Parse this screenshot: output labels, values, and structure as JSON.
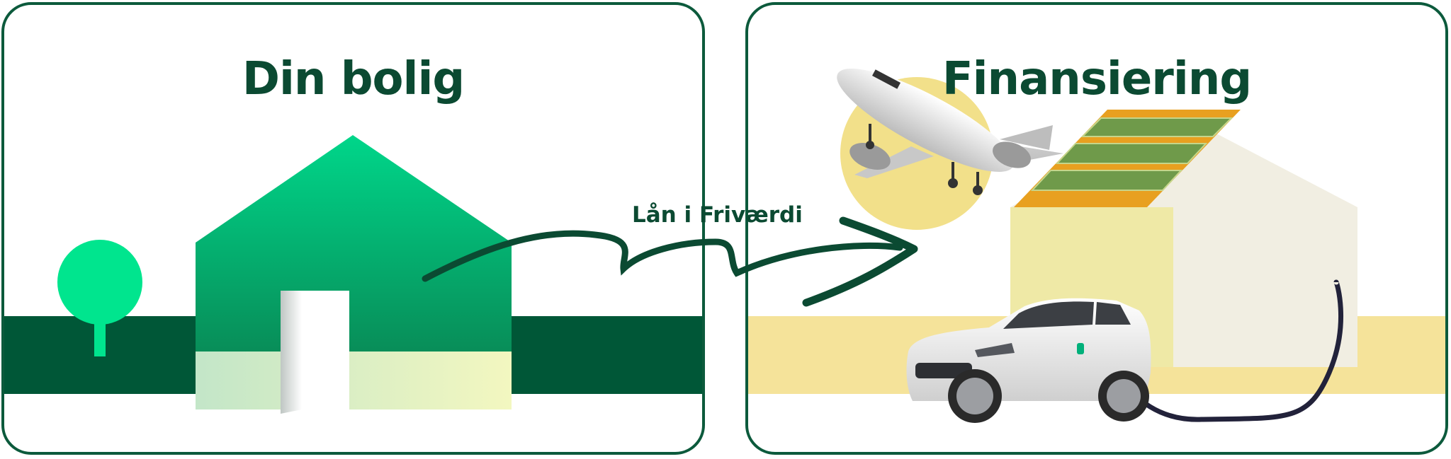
{
  "left_panel": {
    "title": "Din bolig"
  },
  "right_panel": {
    "title": "Finansiering"
  },
  "arrow": {
    "label": "Lån i Friværdi"
  },
  "colors": {
    "dark_green": "#0b4a32",
    "border_green": "#0c5a3c",
    "ground_green": "#005737",
    "tree_green": "#00e58e",
    "house_top": "#00d68a",
    "house_bottom": "#0a7a4b",
    "sand_yellow": "#f5e39a",
    "sun_yellow": "#f2e08a",
    "solar_orange": "#e8a020"
  }
}
